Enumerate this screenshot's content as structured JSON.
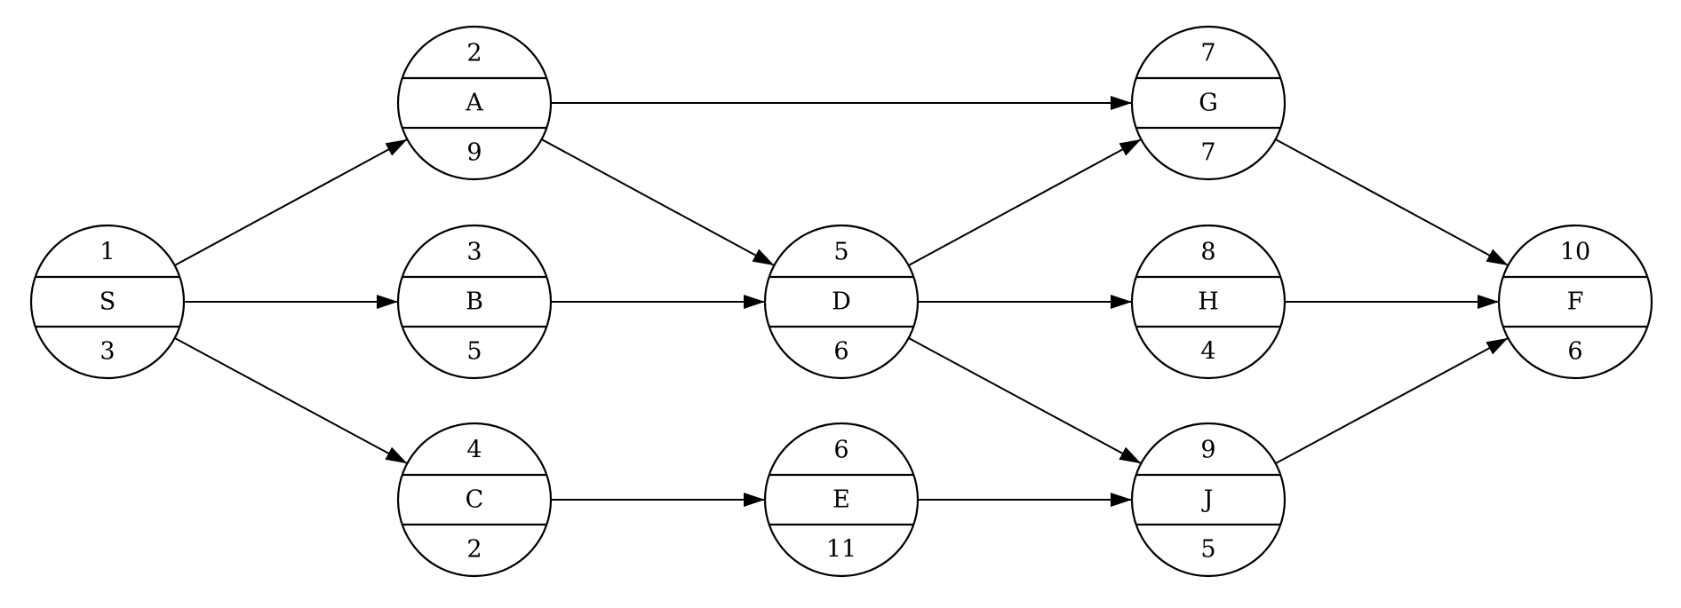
{
  "nodes": [
    {
      "id": "S",
      "top": "1",
      "label": "S",
      "bottom": "3"
    },
    {
      "id": "A",
      "top": "2",
      "label": "A",
      "bottom": "9"
    },
    {
      "id": "B",
      "top": "3",
      "label": "B",
      "bottom": "5"
    },
    {
      "id": "C",
      "top": "4",
      "label": "C",
      "bottom": "2"
    },
    {
      "id": "D",
      "top": "5",
      "label": "D",
      "bottom": "6"
    },
    {
      "id": "E",
      "top": "6",
      "label": "E",
      "bottom": "11"
    },
    {
      "id": "G",
      "top": "7",
      "label": "G",
      "bottom": "7"
    },
    {
      "id": "H",
      "top": "8",
      "label": "H",
      "bottom": "4"
    },
    {
      "id": "J",
      "top": "9",
      "label": "J",
      "bottom": "5"
    },
    {
      "id": "F",
      "top": "10",
      "label": "F",
      "bottom": "6"
    }
  ],
  "edges": [
    {
      "from": "S",
      "to": "A"
    },
    {
      "from": "S",
      "to": "B"
    },
    {
      "from": "S",
      "to": "C"
    },
    {
      "from": "A",
      "to": "G"
    },
    {
      "from": "A",
      "to": "D"
    },
    {
      "from": "B",
      "to": "D"
    },
    {
      "from": "C",
      "to": "E"
    },
    {
      "from": "D",
      "to": "G"
    },
    {
      "from": "D",
      "to": "H"
    },
    {
      "from": "D",
      "to": "J"
    },
    {
      "from": "E",
      "to": "J"
    },
    {
      "from": "G",
      "to": "F"
    },
    {
      "from": "H",
      "to": "F"
    },
    {
      "from": "J",
      "to": "F"
    }
  ],
  "colors": {
    "stroke": "#000000",
    "fill": "#ffffff"
  }
}
